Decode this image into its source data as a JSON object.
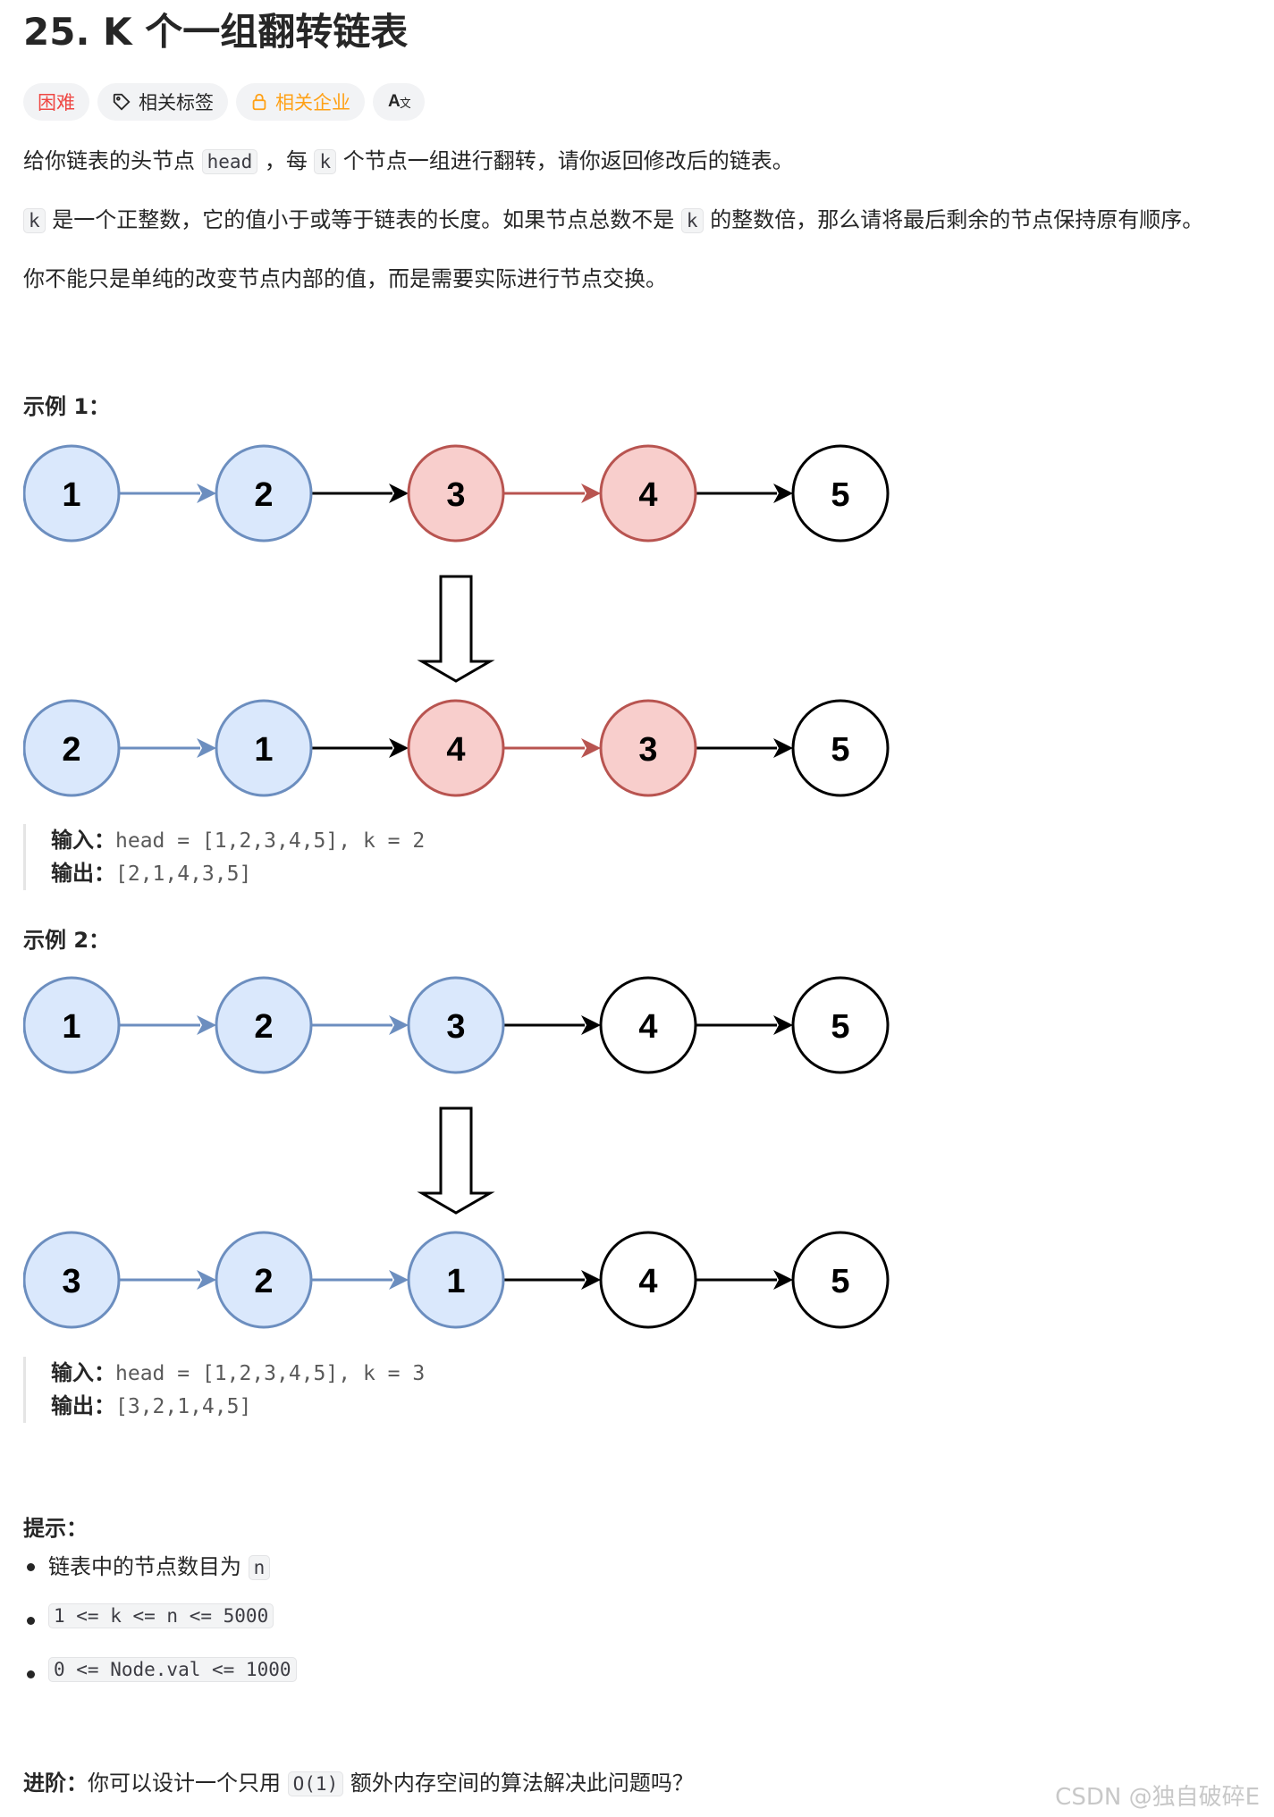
{
  "problem": {
    "title": "25. K 个一组翻转链表",
    "tags": {
      "difficulty": "困难",
      "topics": "相关标签",
      "companies": "相关企业",
      "translate_icon": "translate-icon"
    },
    "description": {
      "p1": {
        "a": "给你链表的头节点 ",
        "c1": "head",
        "b": " ，每 ",
        "c2": "k",
        "d": " 个节点一组进行翻转，请你返回修改后的链表。"
      },
      "p2": {
        "c1": "k",
        "a": " 是一个正整数，它的值小于或等于链表的长度。如果节点总数不是 ",
        "c2": "k",
        "b": " 的整数倍，那么请将最后剩余的节点保持原有顺序。"
      },
      "p3": "你不能只是单纯的改变节点内部的值，而是需要实际进行节点交换。"
    },
    "examples": [
      {
        "heading": "示例 1：",
        "before": [
          {
            "v": "1",
            "c": "blue"
          },
          {
            "v": "2",
            "c": "blue"
          },
          {
            "v": "3",
            "c": "red"
          },
          {
            "v": "4",
            "c": "red"
          },
          {
            "v": "5",
            "c": "white"
          }
        ],
        "after": [
          {
            "v": "2",
            "c": "blue"
          },
          {
            "v": "1",
            "c": "blue"
          },
          {
            "v": "4",
            "c": "red"
          },
          {
            "v": "3",
            "c": "red"
          },
          {
            "v": "5",
            "c": "white"
          }
        ],
        "input_label": "输入：",
        "input_value": "head = [1,2,3,4,5], k = 2",
        "output_label": "输出：",
        "output_value": "[2,1,4,3,5]"
      },
      {
        "heading": "示例 2：",
        "before": [
          {
            "v": "1",
            "c": "blue"
          },
          {
            "v": "2",
            "c": "blue"
          },
          {
            "v": "3",
            "c": "blue"
          },
          {
            "v": "4",
            "c": "white"
          },
          {
            "v": "5",
            "c": "white"
          }
        ],
        "after": [
          {
            "v": "3",
            "c": "blue"
          },
          {
            "v": "2",
            "c": "blue"
          },
          {
            "v": "1",
            "c": "blue"
          },
          {
            "v": "4",
            "c": "white"
          },
          {
            "v": "5",
            "c": "white"
          }
        ],
        "input_label": "输入：",
        "input_value": "head = [1,2,3,4,5], k = 3",
        "output_label": "输出：",
        "output_value": "[3,2,1,4,5]"
      }
    ],
    "hints": {
      "heading": "提示：",
      "items": [
        {
          "text": "链表中的节点数目为 ",
          "code": "n"
        },
        {
          "text": "",
          "code": "1 <= k <= n <= 5000"
        },
        {
          "text": "",
          "code": "0 <= Node.val <= 1000"
        }
      ]
    },
    "advanced": {
      "label": "进阶：",
      "a": "你可以设计一个只用 ",
      "code": "O(1)",
      "b": " 额外内存空间的算法解决此问题吗？"
    }
  },
  "watermark": "CSDN @独自破碎E",
  "colors": {
    "blue_fill": "#dae8fc",
    "blue_stroke": "#6c8ebf",
    "red_fill": "#f8cecc",
    "red_stroke": "#b85450",
    "white_fill": "#ffffff",
    "white_stroke": "#000000"
  }
}
